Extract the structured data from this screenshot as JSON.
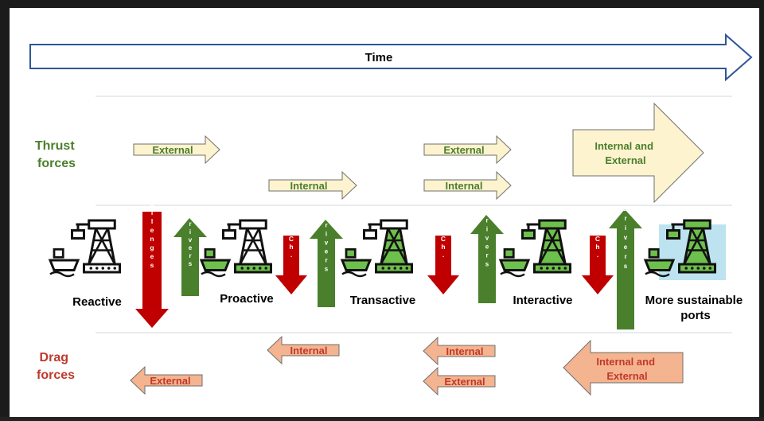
{
  "time_label": "Time",
  "thrust_forces_label": [
    "Thrust",
    "forces"
  ],
  "drag_forces_label": [
    "Drag",
    "forces"
  ],
  "thrust_arrows": [
    {
      "lines": [
        "External"
      ]
    },
    {
      "lines": [
        "Internal"
      ]
    },
    {
      "lines": [
        "External"
      ]
    },
    {
      "lines": [
        "Internal"
      ]
    },
    {
      "lines": [
        "Internal and",
        "External"
      ]
    }
  ],
  "drag_arrows": [
    {
      "lines": [
        "External"
      ]
    },
    {
      "lines": [
        "Internal"
      ]
    },
    {
      "lines": [
        "Internal"
      ]
    },
    {
      "lines": [
        "External"
      ]
    },
    {
      "lines": [
        "Internal and",
        "External"
      ]
    }
  ],
  "stages": [
    {
      "lines": [
        "Reactive"
      ]
    },
    {
      "lines": [
        "Proactive"
      ]
    },
    {
      "lines": [
        "Transactive"
      ]
    },
    {
      "lines": [
        "Interactive"
      ]
    },
    {
      "lines": [
        "More sustainable",
        "ports"
      ]
    }
  ],
  "challenge_arrows": [
    {
      "label": "Challenges"
    },
    {
      "label": "Ch."
    },
    {
      "label": "Ch."
    },
    {
      "label": "Ch."
    }
  ],
  "driver_arrows": [
    {
      "label": "Drivers"
    },
    {
      "label": "Drivers"
    },
    {
      "label": "Drivers"
    },
    {
      "label": "Drivers"
    }
  ],
  "colors": {
    "thrust_text": "#4a7f2c",
    "drag_text": "#c0392b",
    "thrust_fill": "#fdf3cf",
    "drag_fill": "#f4b48f",
    "challenge_fill": "#c00000",
    "driver_fill": "#4a7f2c",
    "time_border": "#2f5597",
    "port_green": "#6dc04b",
    "sky": "#bde3f0"
  }
}
